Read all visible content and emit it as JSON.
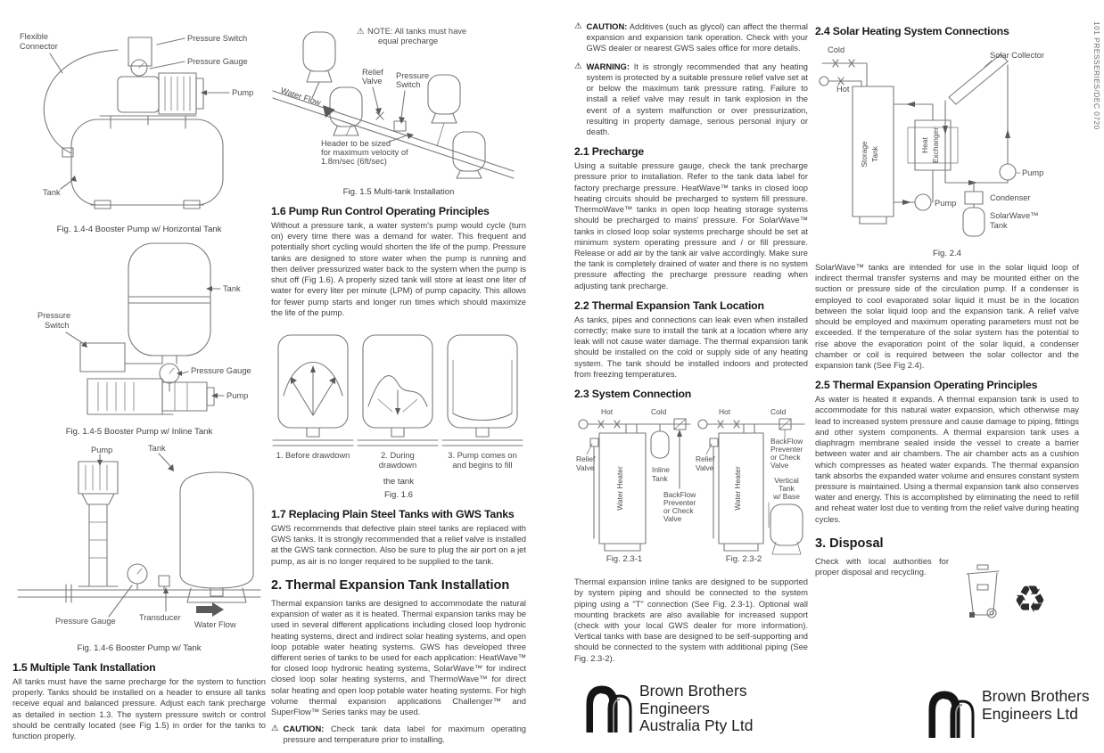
{
  "meta": {
    "edge_code": "101 PRESSERIES/DEC 0720"
  },
  "fig144": {
    "labels": {
      "flexible1": "Flexible",
      "flexible2": "Connector",
      "pressure_switch": "Pressure Switch",
      "pressure_gauge": "Pressure Gauge",
      "pump": "Pump",
      "tank": "Tank"
    },
    "caption": "Fig. 1.4-4 Booster Pump w/ Horizontal Tank"
  },
  "fig145": {
    "labels": {
      "tank": "Tank",
      "ps1": "Pressure",
      "ps2": "Switch",
      "pressure_gauge": "Pressure Gauge",
      "pump": "Pump"
    },
    "caption": "Fig. 1.4-5 Booster Pump w/ Inline Tank"
  },
  "fig146": {
    "labels": {
      "pump": "Pump",
      "tank": "Tank",
      "pressure_gauge": "Pressure Gauge",
      "transducer": "Transducer",
      "water_flow": "Water Flow"
    },
    "caption": "Fig. 1.4-6 Booster Pump w/ Tank"
  },
  "s15": {
    "heading": "1.5 Multiple Tank Installation",
    "body": "All tanks must have the same precharge for the system to function properly. Tanks should be installed on a header to ensure all tanks receive equal and balanced pressure. Adjust each tank precharge as detailed in section 1.3. The system pressure switch or control should be centrally located (see Fig 1.5) in order for the tanks to function properly."
  },
  "fig15": {
    "note_icon": "⚠",
    "note1": "NOTE: All tanks must have",
    "note2": "equal precharge",
    "water_flow": "Water Flow",
    "rv1": "Relief",
    "rv2": "Valve",
    "ps1": "Pressure",
    "ps2": "Switch",
    "header1": "Header to be sized",
    "header2": "for maximum velocity of",
    "header3": "1.8m/sec (6ft/sec)",
    "caption": "Fig. 1.5 Multi-tank Installation"
  },
  "s16": {
    "heading": "1.6 Pump Run Control Operating Principles",
    "body": "Without a pressure tank, a water system's pump would cycle (turn on) every time there was a demand for water. This frequent and potentially short cycling would shorten the life of the pump. Pressure tanks are designed to store water when the pump is running and then deliver pressurized water back to the system when the pump is shut off (Fig 1.6). A properly sized tank will store at least one liter of water for every liter per minute (LPM) of pump capacity. This allows for fewer pump starts and longer run times which should maximize the life of the pump."
  },
  "fig16": {
    "l1": "1. Before drawdown",
    "l2a": "2. During",
    "l2b": "drawdown",
    "l3a": "3. Pump comes on",
    "l3b": "and begins to fill",
    "l3c": "the tank",
    "caption": "Fig. 1.6"
  },
  "s17": {
    "heading": "1.7 Replacing Plain Steel Tanks with GWS Tanks",
    "body": "GWS recommends that defective plain steel tanks are replaced with GWS tanks. It is strongly recommended that a relief valve is installed at the GWS tank connection. Also be sure to plug the air port on a jet pump, as air is no longer required to be supplied to the tank."
  },
  "s2": {
    "heading": "2. Thermal Expansion Tank Installation",
    "body": "Thermal expansion tanks are designed to accommodate the natural expansion of water as it is heated.  Thermal expansion tanks may be used in several different applications including closed loop hydronic heating systems, direct and indirect solar heating systems, and open loop potable water heating systems. GWS has developed three different series of tanks to be used for each application:  HeatWave™ for closed loop hydronic heating systems, SolarWave™ for indirect closed loop solar heating systems, and ThermoWave™ for direct solar heating and open loop potable water heating systems.  For high volume thermal expansion applications Challenger™ and SuperFlow™ Series tanks may be used."
  },
  "caution_tank": {
    "icon": "⚠",
    "label": "CAUTION:",
    "text": "Check tank data label for maximum operating pressure and temperature prior to installing."
  },
  "caution_additives": {
    "icon": "⚠",
    "label": "CAUTION:",
    "text": "Additives (such as glycol) can affect the thermal expansion and expansion tank operation.  Check with your GWS dealer or nearest GWS sales office for more details."
  },
  "warning": {
    "icon": "⚠",
    "label": "WARNING:",
    "text": "It is strongly recommended that any heating system is protected by a suitable pressure relief valve set at or below the maximum tank pressure rating. Failure to install a relief valve may result in tank explosion in the event of a system malfunction or over pressurization, resulting in property damage, serious personal injury or death."
  },
  "s21": {
    "heading": "2.1 Precharge",
    "body": "Using a suitable pressure gauge, check the tank precharge pressure prior to installation. Refer to the tank data label for factory precharge pressure. HeatWave™ tanks in closed loop heating circuits should be precharged to system fill pressure. ThermoWave™ tanks in open loop heating storage systems should be precharged to mains' pressure. For SolarWave™ tanks in closed loop solar systems precharge should be set at minimum system operating pressure and / or fill pressure. Release or add air by the tank air valve accordingly. Make sure the tank is completely drained of water and there is no system pressure affecting the precharge pressure reading when adjusting tank precharge."
  },
  "s22": {
    "heading": "2.2 Thermal Expansion Tank Location",
    "body": "As tanks, pipes and connections can leak even when installed correctly; make sure to install the tank at a location where any leak will not cause water damage. The thermal expansion tank should be installed on the cold or supply side of any heating system. The tank should be installed indoors and protected from freezing temperatures."
  },
  "s23": {
    "heading": "2.3 System Connection",
    "body": "Thermal expansion inline tanks are designed to be supported by system piping and should be connected to the system piping using a \"T\" connection (See Fig. 2.3-1).  Optional wall mounting brackets are also available for increased support (check with your local GWS dealer for more information). Vertical tanks with base are designed to be self-supporting and should be connected to the system with additional piping (See Fig. 2.3-2)."
  },
  "fig23": {
    "hot": "Hot",
    "cold": "Cold",
    "rv1": "Relief",
    "rv2": "Valve",
    "water_heater": "Water Heater",
    "inline1": "Inline",
    "inline2": "Tank",
    "bf1": "BackFlow",
    "bf2": "Preventer",
    "bf3": "or Check",
    "bf4": "Valve",
    "vt1": "Vertical",
    "vt2": "Tank",
    "vt3": "w/ Base",
    "caption1": "Fig. 2.3-1",
    "caption2": "Fig. 2.3-2"
  },
  "s24": {
    "heading": "2.4 Solar Heating System Connections",
    "body": "SolarWave™ tanks are intended for use in the solar liquid loop of indirect thermal transfer systems and may be mounted either on the suction or pressure side of the circulation pump. If a condenser is employed to cool evaporated solar liquid it must be in the location between the solar liquid loop and the expansion tank. A relief valve should be employed and maximum operating parameters must not be exceeded.  If the temperature of the solar system has the potential to rise above the evaporation point of the solar liquid, a condenser chamber or coil is required between the solar collector and the expansion tank (See Fig 2.4)."
  },
  "fig24": {
    "cold": "Cold",
    "hot": "Hot",
    "storage1": "Storage",
    "storage2": "Tank",
    "heat1": "Heat",
    "heat2": "Exchanger",
    "solar": "Solar Collector",
    "pump_right": "Pump",
    "pump_left": "Pump",
    "condenser": "Condenser",
    "sw1": "SolarWave™",
    "sw2": "Tank",
    "caption": "Fig. 2.4"
  },
  "s25": {
    "heading": "2.5 Thermal Expansion Operating Principles",
    "body": "As water is heated it expands. A thermal expansion tank is used to accommodate for this natural water expansion, which otherwise may lead to increased system pressure and cause damage to piping, fittings and other system components. A thermal expansion tank uses a diaphragm membrane sealed inside the vessel to create a barrier between water and air chambers. The air chamber acts as a cushion which compresses as heated water expands. The thermal expansion tank absorbs the expanded water volume and ensures constant system pressure is maintained. Using a thermal expansion tank also conserves water and energy. This is accomplished by eliminating the need to refill and reheat water lost due to venting from the relief valve during heating cycles."
  },
  "s3": {
    "heading": "3. Disposal",
    "body": "Check with local authorities for proper disposal and recycling.",
    "recycle_icon": "♻"
  },
  "logo_center": {
    "line1": "Brown Brothers",
    "line2": "Engineers",
    "line3": "Australia Pty Ltd"
  },
  "logo_right": {
    "line1": "Brown Brothers",
    "line2": "Engineers Ltd"
  }
}
